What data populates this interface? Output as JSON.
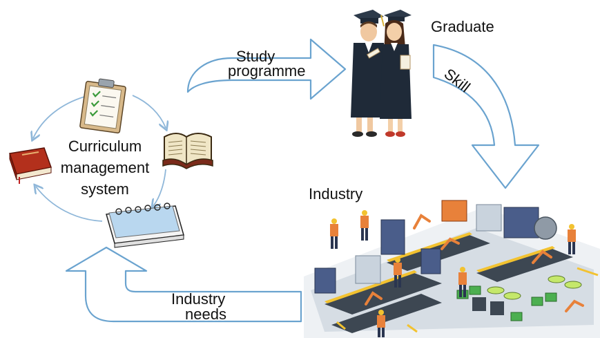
{
  "labels": {
    "curriculum_line1": "Curriculum",
    "curriculum_line2": "management",
    "curriculum_line3": "system",
    "study_line1": "Study",
    "study_line2": "programme",
    "graduate": "Graduate",
    "skill": "Skill",
    "industry": "Industry",
    "needs_line1": "Industry",
    "needs_line2": "needs"
  },
  "colors": {
    "arrow_stroke": "#6aa3cf",
    "circle_arrow": "#8fb7d9",
    "gown": "#1f2a38",
    "industry_base": "#b9c4cf",
    "accent_orange": "#e8813a",
    "accent_yellow": "#f2c230",
    "accent_green": "#4caf50"
  },
  "icons": [
    "clipboard-icon",
    "book-icon",
    "open-book-icon",
    "notepad-icon",
    "graduates-illustration",
    "factory-illustration"
  ]
}
